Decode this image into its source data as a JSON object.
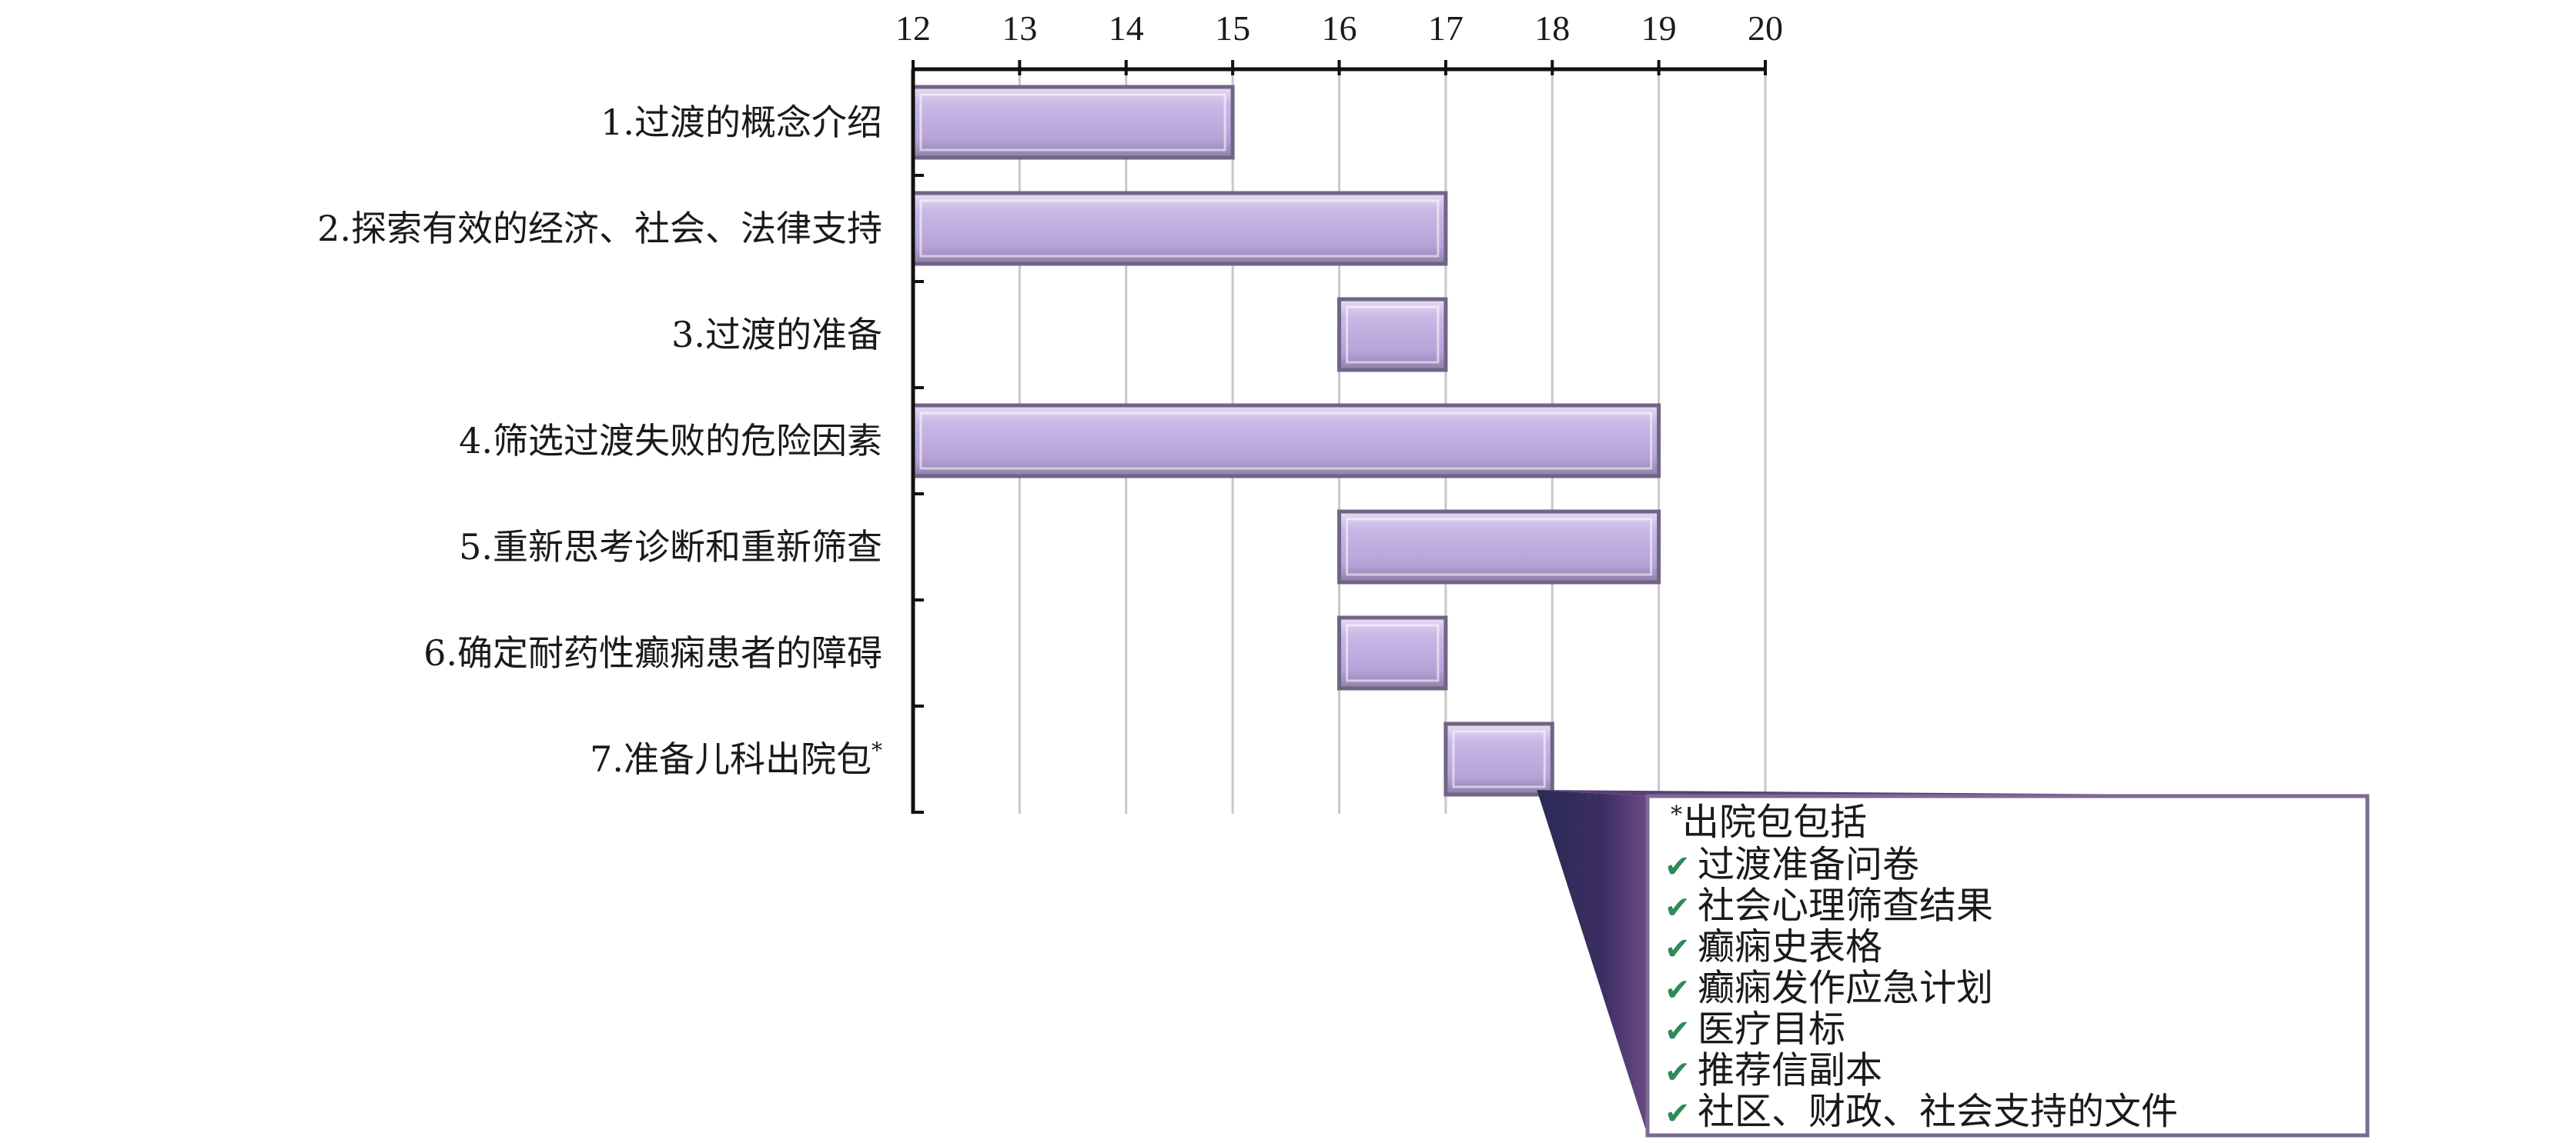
{
  "chart_data": {
    "type": "bar",
    "orientation": "horizontal-range",
    "x_ticks": [
      "12",
      "13",
      "14",
      "15",
      "16",
      "17",
      "18",
      "19",
      "20"
    ],
    "xlim": [
      12,
      20
    ],
    "x_axis_position": "top",
    "grid": true,
    "colors": {
      "bar_fill": "#c7b5e3",
      "bar_edge": "#6f6585",
      "grid": "#c8c8c8",
      "axis": "#111111"
    },
    "categories": [
      "1.过渡的概念介绍",
      "2.探索有效的经济、社会、法律支持",
      "3.过渡的准备",
      "4.筛选过渡失败的危险因素",
      "5.重新思考诊断和重新筛查",
      "6.确定耐药性癫痫患者的障碍",
      "7.准备儿科出院包"
    ],
    "footnote_marker": "*",
    "ranges": [
      {
        "start": 12,
        "end": 15
      },
      {
        "start": 12,
        "end": 17
      },
      {
        "start": 16,
        "end": 17
      },
      {
        "start": 12,
        "end": 19
      },
      {
        "start": 16,
        "end": 19
      },
      {
        "start": 16,
        "end": 17
      },
      {
        "start": 17,
        "end": 18
      }
    ],
    "callout": {
      "title": "出院包包括",
      "title_marker": "*",
      "check_icon": "check-icon",
      "items": [
        "过渡准备问卷",
        "社会心理筛查结果",
        "癫痫史表格",
        "癫痫发作应急计划",
        "医疗目标",
        "推荐信副本",
        "社区、财政、社会支持的文件"
      ]
    }
  }
}
